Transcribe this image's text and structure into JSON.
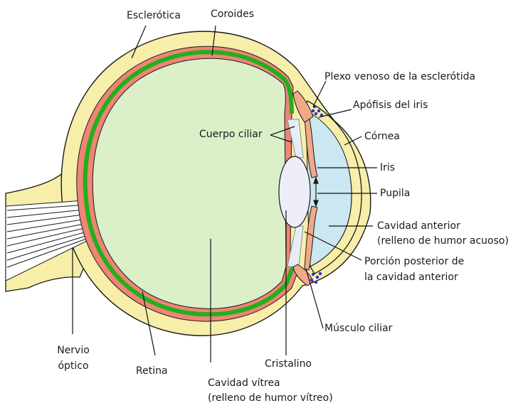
{
  "labels": {
    "esclerotica": "Esclerótica",
    "coroides": "Coroides",
    "plexo": "Plexo venoso de la esclerótida",
    "apofisis": "Apófisis del iris",
    "cuerpo_ciliar": "Cuerpo ciliar",
    "cornea": "Córnea",
    "iris": "Iris",
    "pupila": "Pupila",
    "cavidad_anterior_1": "Cavidad anterior",
    "cavidad_anterior_2": "(relleno de humor acuoso)",
    "porcion_1": "Porción posterior de",
    "porcion_2": "la cavidad anterior",
    "musculo_ciliar": "Músculo ciliar",
    "nervio_1": "Nervio",
    "nervio_2": "óptico",
    "retina": "Retina",
    "cristalino": "Cristalino",
    "vitrea_1": "Cavidad vítrea",
    "vitrea_2": "(relleno de humor vítreo)"
  },
  "colors": {
    "sclera": "#f7eeaa",
    "choroid": "#ee8576",
    "retina": "#21b01c",
    "vitreous": "#dbf0c9",
    "anterior_chamber": "#cbe8f2",
    "lens": "#eeeef8",
    "iris": "#f2a98a",
    "plexus_dots": "#2a2fc9",
    "outline": "#1a1a1a"
  }
}
